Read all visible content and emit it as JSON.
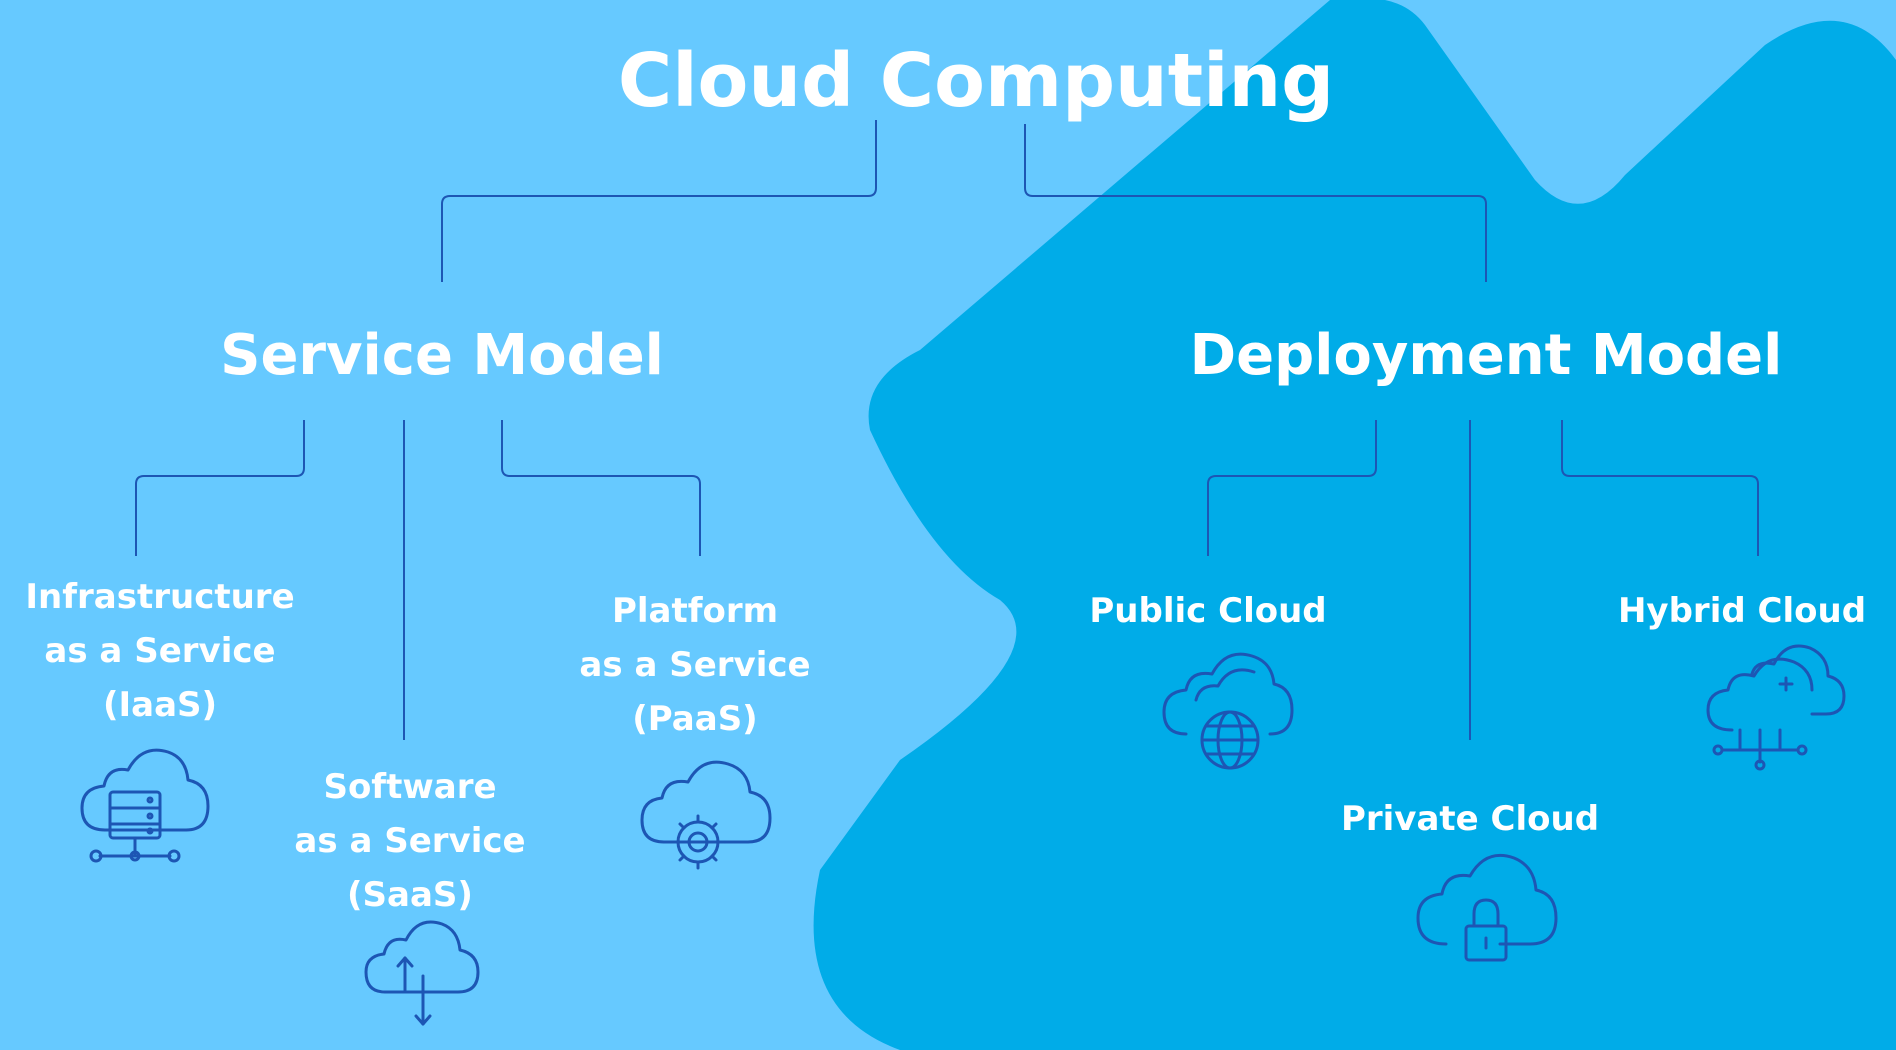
{
  "title": "Cloud Computing",
  "colors": {
    "background": "#66c9ff",
    "blob": "#00ace8",
    "line": "#1d56b4",
    "text": "#ffffff"
  },
  "service_model": {
    "heading": "Service Model",
    "items": [
      {
        "lines": [
          "Infrastructure",
          "as a Service",
          "(IaaS)"
        ],
        "icon": "cloud-server-icon"
      },
      {
        "lines": [
          "Software",
          "as a Service",
          "(SaaS)"
        ],
        "icon": "cloud-upload-download-icon"
      },
      {
        "lines": [
          "Platform",
          "as a Service",
          "(PaaS)"
        ],
        "icon": "cloud-gear-icon"
      }
    ]
  },
  "deployment_model": {
    "heading": "Deployment Model",
    "items": [
      {
        "lines": [
          "Public Cloud"
        ],
        "icon": "cloud-globe-icon"
      },
      {
        "lines": [
          "Private Cloud"
        ],
        "icon": "cloud-lock-icon"
      },
      {
        "lines": [
          "Hybrid Cloud"
        ],
        "icon": "hybrid-cloud-icon"
      }
    ]
  }
}
